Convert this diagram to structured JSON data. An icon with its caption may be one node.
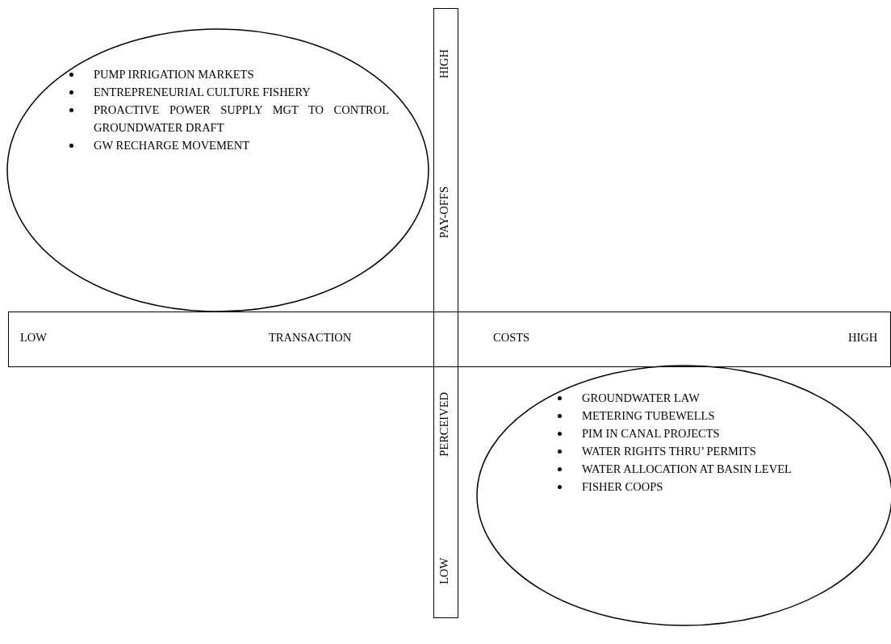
{
  "diagram": {
    "nodes": [
      {
        "text": [
          "PUMP IRRIGATION MARKETS",
          "ENTREPRENEURIAL CULTURE FISHERY",
          "PROACTIVE POWER SUPPLY MGT TO CONTROL GROUNDWATER DRAFT",
          "GW RECHARGE MOVEMENT"
        ]
      },
      {
        "text": [
          "HIGH",
          "PAY-OFFS",
          "PERCEIVED",
          "LOW"
        ]
      },
      {
        "text": [
          "LOW",
          "TRANSACTION",
          "COSTS",
          "HIGH"
        ]
      },
      {
        "text": [
          "GROUNDWATER LAW",
          "METERING TUBEWELLS",
          "PIM IN CANAL PROJECTS",
          "WATER RIGHTS THRU’ PERMITS",
          "WATER ALLOCATION AT BASIN LEVEL",
          "FISHER COOPS"
        ]
      }
    ]
  }
}
